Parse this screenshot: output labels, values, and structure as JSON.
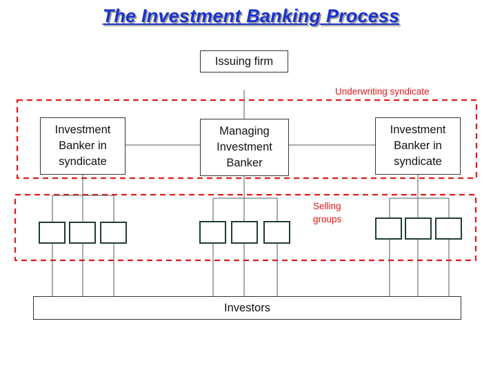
{
  "title": "The Investment Banking Process",
  "nodes": {
    "issuing_firm": "Issuing firm",
    "managing_banker": "Managing Investment Banker",
    "banker_left": "Investment Banker in syndicate",
    "banker_right": "Investment Banker in syndicate",
    "investors": "Investors"
  },
  "labels": {
    "underwriting_syndicate": "Underwriting syndicate",
    "selling_groups": "Selling groups"
  },
  "colors": {
    "title": "#1a33cc",
    "dashed_groups": "#e01818",
    "lines": "#333333"
  }
}
